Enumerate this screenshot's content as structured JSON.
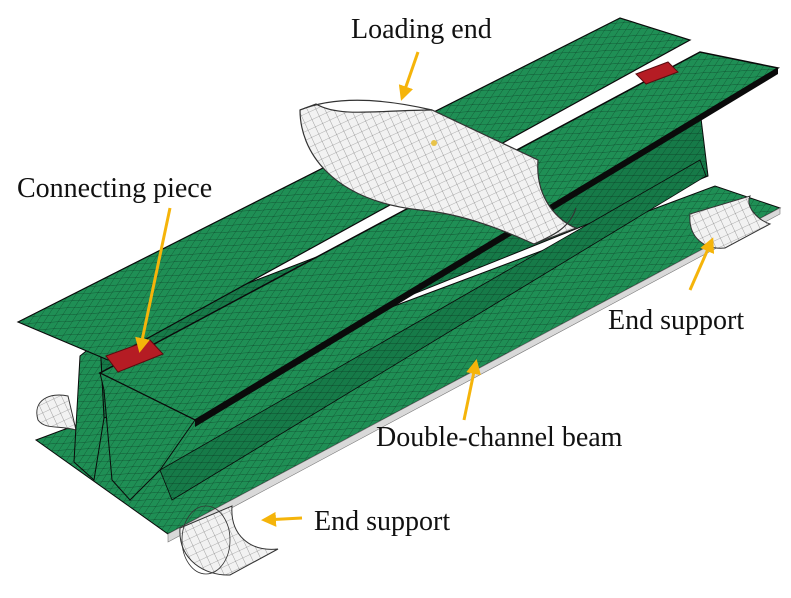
{
  "labels": {
    "loading_end": "Loading end",
    "connecting_piece": "Connecting piece",
    "end_support_right": "End support",
    "double_channel_beam": "Double-channel beam",
    "end_support_bottom": "End support"
  },
  "colors": {
    "beam_green": "#1f8f55",
    "beam_green_dark": "#137244",
    "beam_green_light": "#2aa566",
    "mesh_line": "#0b3a23",
    "connecting_piece_red": "#b51c24",
    "support_white": "#eeeeee",
    "support_shade": "#bdbdbd",
    "arrow_orange": "#f5b40a",
    "edge_black": "#0a0a0a"
  }
}
